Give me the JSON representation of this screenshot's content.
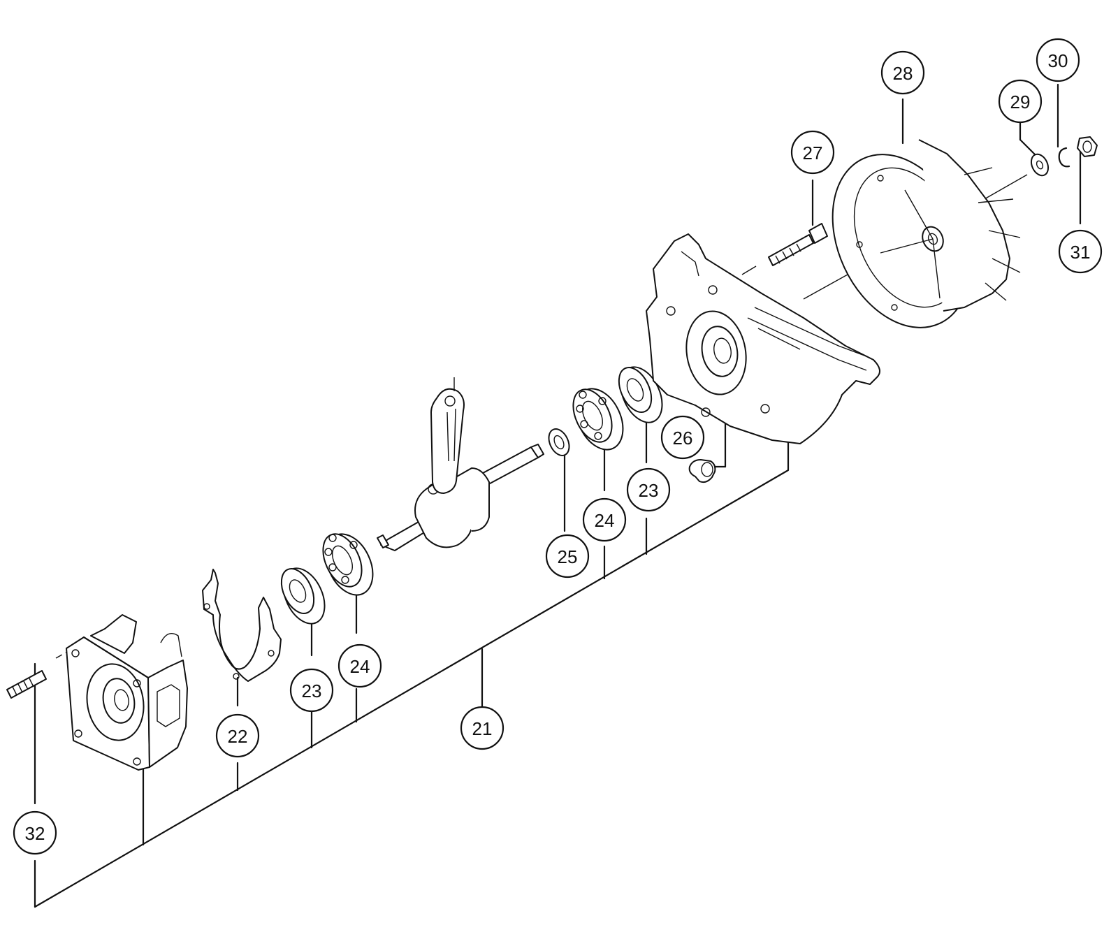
{
  "callouts": {
    "c21": "21",
    "c22": "22",
    "c23a": "23",
    "c23b": "23",
    "c24a": "24",
    "c24b": "24",
    "c25": "25",
    "c26": "26",
    "c27": "27",
    "c28": "28",
    "c29": "29",
    "c30": "30",
    "c31": "31",
    "c32": "32"
  }
}
